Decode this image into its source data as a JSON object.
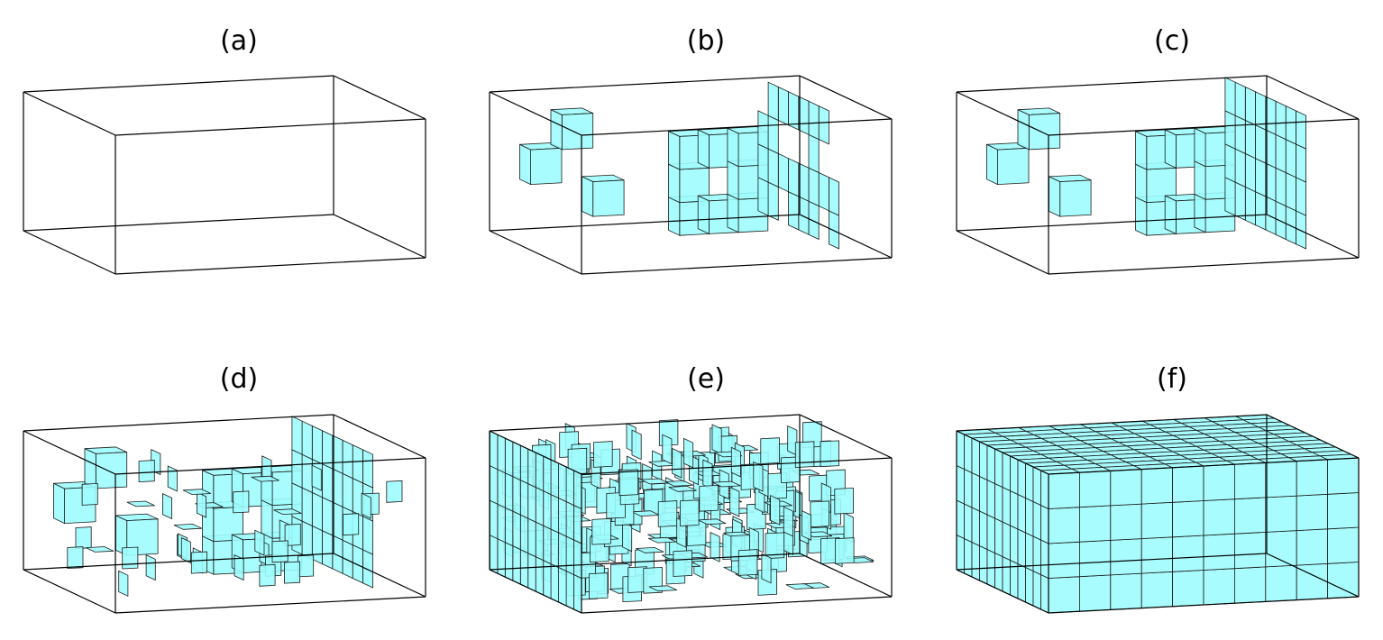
{
  "figure": {
    "panels": [
      {
        "id": "a",
        "label": "(a)"
      },
      {
        "id": "b",
        "label": "(b)"
      },
      {
        "id": "c",
        "label": "(c)"
      },
      {
        "id": "d",
        "label": "(d)"
      },
      {
        "id": "e",
        "label": "(e)"
      },
      {
        "id": "f",
        "label": "(f)"
      }
    ],
    "colors": {
      "panel_fill": "#9ffcfd",
      "edge": "#000000"
    }
  }
}
